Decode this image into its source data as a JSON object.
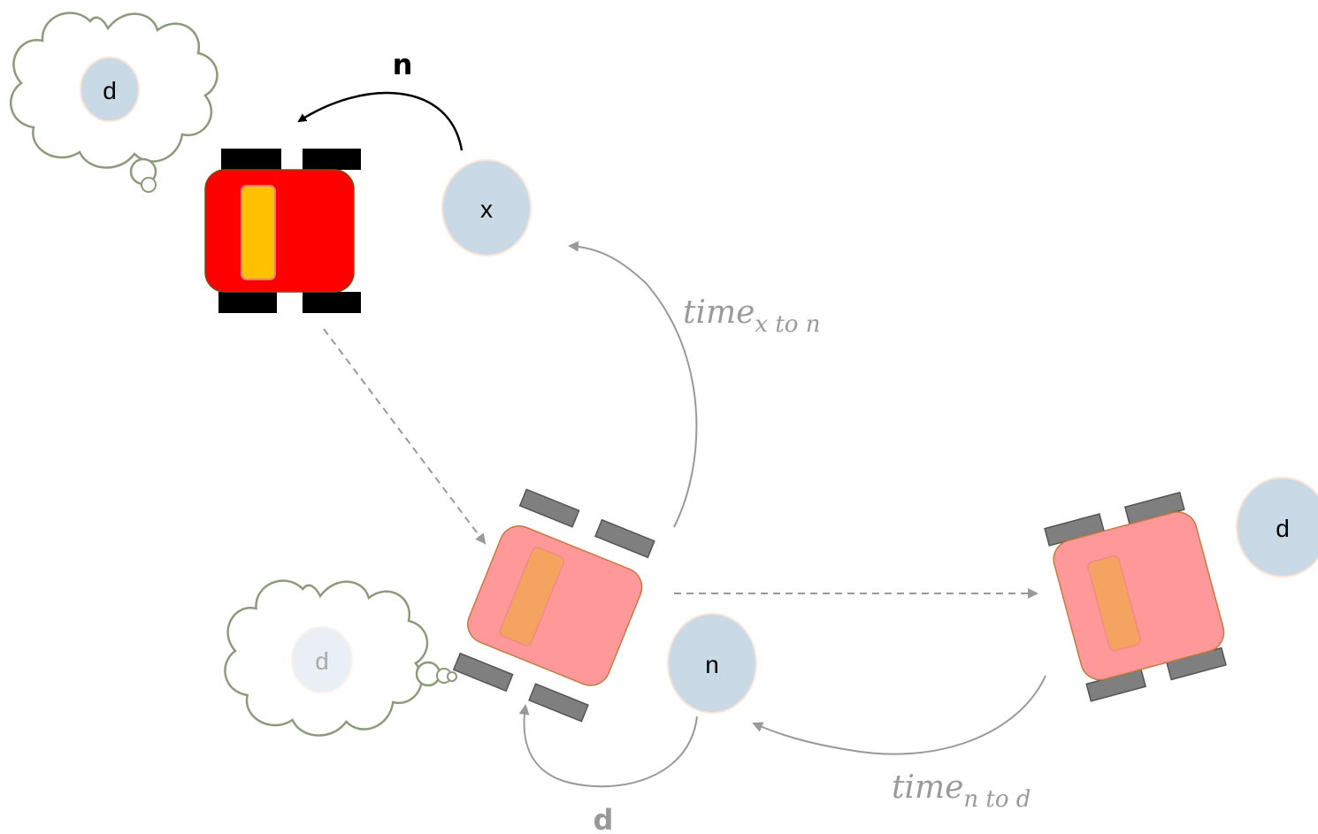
{
  "labels": {
    "thought_top": "d",
    "thought_bottom": "d",
    "node_x": "x",
    "node_n": "n",
    "node_d": "d",
    "action_top": "n",
    "action_bottom": "d"
  },
  "math": {
    "time_x_to_n": {
      "base": "time",
      "sub": "x to n"
    },
    "time_n_to_d": {
      "base": "time",
      "sub": "n to d"
    }
  },
  "colors": {
    "robot_active_body": "#ff0000",
    "robot_active_seat": "#ffc000",
    "robot_faded_body": "#ff9999",
    "robot_faded_seat": "#f4a460",
    "node_fill": "#c9d9e6",
    "node_stroke": "#fbe5d6",
    "cloud_stroke": "#8c9a7a",
    "arrow_gray": "#999999"
  },
  "icons": {
    "robot": "robot-car-icon",
    "thought": "thought-cloud-icon"
  }
}
